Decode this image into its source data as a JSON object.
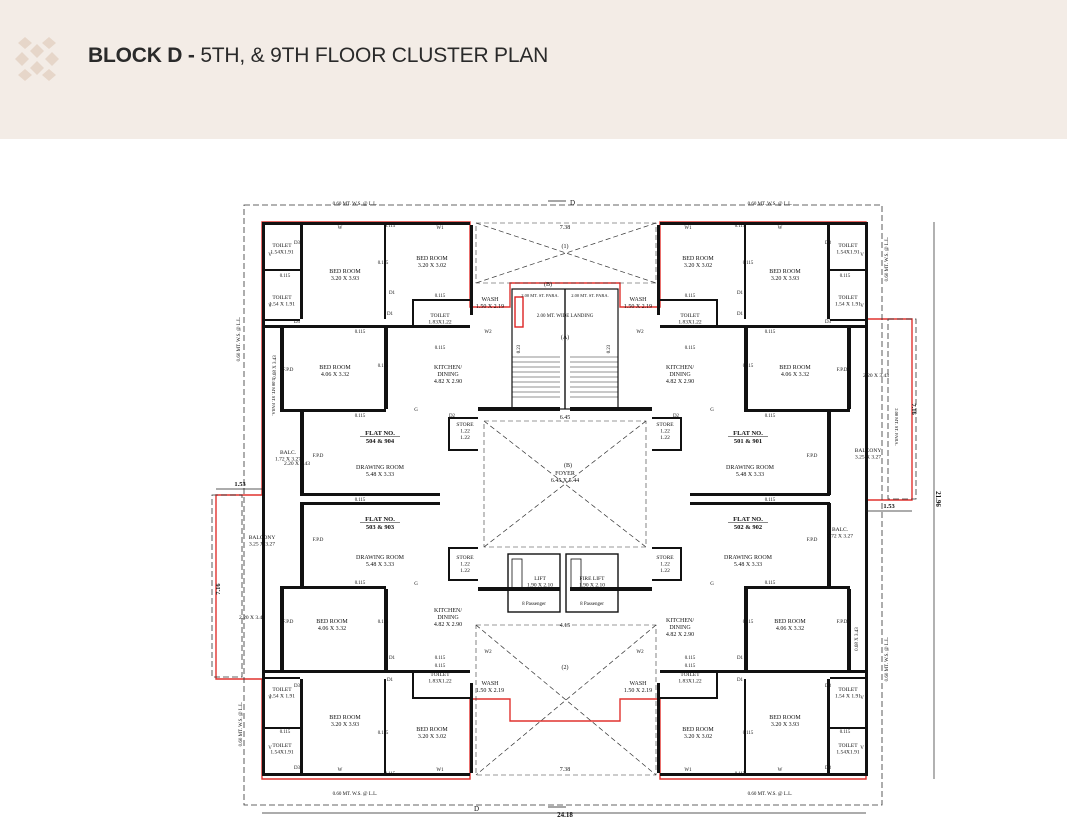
{
  "colors": {
    "header_bg": "#f3ece6",
    "logo": "#e6d6c9",
    "title": "#2a2a2a",
    "wall": "#111111",
    "outline": "#e0322f"
  },
  "header": {
    "logo_icon": "diamond-cluster-icon",
    "title_bold": "BLOCK D -",
    "title_regular": "5TH, & 9TH FLOOR CLUSTER PLAN"
  },
  "plan": {
    "rooms": [
      {
        "id": "toilet-tl1",
        "name": "TOILET",
        "dim": "1.54X1.91"
      },
      {
        "id": "toilet-tl2",
        "name": "TOILET",
        "dim": "1.54 X 1.91"
      },
      {
        "id": "bed-tl1",
        "name": "BED ROOM",
        "dim": "3.20 X 3.93"
      },
      {
        "id": "bed-tl2",
        "name": "BED ROOM",
        "dim": "3.20 X 3.02"
      },
      {
        "id": "wash-tl",
        "name": "WASH",
        "dim": "1.50 X 2.19"
      },
      {
        "id": "toilet-tl3",
        "name": "TOILET",
        "dim": "1.83X1.22"
      },
      {
        "id": "bed-tl3",
        "name": "BED ROOM",
        "dim": "4.06 X 3.32"
      },
      {
        "id": "kitchen-tl",
        "name": "KITCHEN/ DINING",
        "dim": "4.82 X 2.90"
      },
      {
        "id": "store-tl",
        "name": "STORE",
        "dim": "1.22 X 1.22"
      },
      {
        "id": "balc-l",
        "name": "BALC.",
        "dim": "1.72 X 3.27"
      },
      {
        "id": "drawing-tl",
        "name": "DRAWING ROOM",
        "dim": "5.48 X 3.33"
      },
      {
        "id": "toilet-tr1",
        "name": "TOILET",
        "dim": "1.54X1.91"
      },
      {
        "id": "toilet-tr2",
        "name": "TOILET",
        "dim": "1.54 X 1.91"
      },
      {
        "id": "bed-tr1",
        "name": "BED ROOM",
        "dim": "3.20 X 3.93"
      },
      {
        "id": "bed-tr2",
        "name": "BED ROOM",
        "dim": "3.20 X 3.02"
      },
      {
        "id": "wash-tr",
        "name": "WASH",
        "dim": "1.50 X 2.19"
      },
      {
        "id": "toilet-tr3",
        "name": "TOILET",
        "dim": "1.83X1.22"
      },
      {
        "id": "bed-tr3",
        "name": "BED ROOM",
        "dim": "4.06 X 3.32"
      },
      {
        "id": "kitchen-tr",
        "name": "KITCHEN/ DINING",
        "dim": "4.82 X 2.90"
      },
      {
        "id": "store-tr",
        "name": "STORE",
        "dim": "1.22 X 1.22"
      },
      {
        "id": "balcony-r",
        "name": "BALCONY",
        "dim": "3.25 X 3.27"
      },
      {
        "id": "drawing-tr",
        "name": "DRAWING ROOM",
        "dim": "5.48 X 3.33"
      },
      {
        "id": "balcony-l",
        "name": "BALCONY",
        "dim": "3.25 X 3.27"
      },
      {
        "id": "drawing-bl",
        "name": "DRAWING ROOM",
        "dim": "5.48 X 3.33"
      },
      {
        "id": "store-bl",
        "name": "STORE",
        "dim": "1.22 X 1.22"
      },
      {
        "id": "kitchen-bl",
        "name": "KITCHEN/ DINING",
        "dim": "4.82 X 2.90"
      },
      {
        "id": "bed-bl3",
        "name": "BED ROOM",
        "dim": "4.06 X 3.32"
      },
      {
        "id": "toilet-bl3",
        "name": "TOILET",
        "dim": "1.83X1.22"
      },
      {
        "id": "wash-bl",
        "name": "WASH",
        "dim": "1.50 X 2.19"
      },
      {
        "id": "toilet-bl1",
        "name": "TOILET",
        "dim": "1.54 X 1.91"
      },
      {
        "id": "toilet-bl2",
        "name": "TOILET",
        "dim": "1.54X1.91"
      },
      {
        "id": "bed-bl1",
        "name": "BED ROOM",
        "dim": "3.20 X 3.93"
      },
      {
        "id": "bed-bl2",
        "name": "BED ROOM",
        "dim": "3.20 X 3.02"
      },
      {
        "id": "balc-r",
        "name": "BALC.",
        "dim": "1.72 X 3.27"
      },
      {
        "id": "drawing-br",
        "name": "DRAWING ROOM",
        "dim": "5.48 X 3.33"
      },
      {
        "id": "store-br",
        "name": "STORE",
        "dim": "1.22 X 1.22"
      },
      {
        "id": "kitchen-br",
        "name": "KITCHEN/ DINING",
        "dim": "4.82 X 2.90"
      },
      {
        "id": "bed-br3",
        "name": "BED ROOM",
        "dim": "4.06 X 3.32"
      },
      {
        "id": "toilet-br3",
        "name": "TOILET",
        "dim": "1.83X1.22"
      },
      {
        "id": "wash-br",
        "name": "WASH",
        "dim": "1.50 X 2.19"
      },
      {
        "id": "toilet-br1",
        "name": "TOILET",
        "dim": "1.54 X 1.91"
      },
      {
        "id": "toilet-br2",
        "name": "TOILET",
        "dim": "1.54X1.91"
      },
      {
        "id": "bed-br1",
        "name": "BED ROOM",
        "dim": "3.20 X 3.93"
      },
      {
        "id": "bed-br2",
        "name": "BED ROOM",
        "dim": "3.20 X 3.02"
      },
      {
        "id": "foyer",
        "name": "FOYER",
        "dim": "6.45 X 5.44"
      },
      {
        "id": "lift-1",
        "name": "LIFT",
        "dim": "1.90 X 2.10"
      },
      {
        "id": "lift-2",
        "name": "FIRE LIFT",
        "dim": "1.90 X 2.10"
      },
      {
        "id": "landing",
        "name": "2.00 MT. WIDE LANDING",
        "dim": ""
      }
    ],
    "flats": [
      "FLAT NO. 504 & 904",
      "FLAT NO. 501 & 901",
      "FLAT NO. 503 & 903",
      "FLAT NO. 502 & 902"
    ],
    "notes": {
      "ws_ll": "0.60 MT. W.S. @ L.L.",
      "ws_ll_short": "0.60 MT. W.S. @ L.L.",
      "st_para": "2.00 MT. ST. PARA.",
      "passenger": "8 Passenger",
      "dim_width": "24.18",
      "dim_height": "21.96",
      "dim_top_span": "7.38",
      "dim_mid_span": "4.15",
      "dim_foyer_w": "6.45",
      "dim_lobby": "4.15",
      "dim_side": "7.16",
      "dim_offset": "1.53",
      "dim_alt": "2.20 X 3.43",
      "dim_068": "0.68 X 3.43",
      "section": "D",
      "grid_1": "(1)",
      "grid_2": "(2)",
      "grid_A": "(A)",
      "grid_B": "(B)"
    },
    "tags": {
      "d1": "D1",
      "d2": "D2",
      "d3": "D3",
      "w": "W",
      "w1": "W1",
      "w2": "W2",
      "v": "V",
      "g": "G",
      "fpd": "F.P.D",
      "wall_115": "0.115",
      "wall_230": "0.23"
    }
  }
}
